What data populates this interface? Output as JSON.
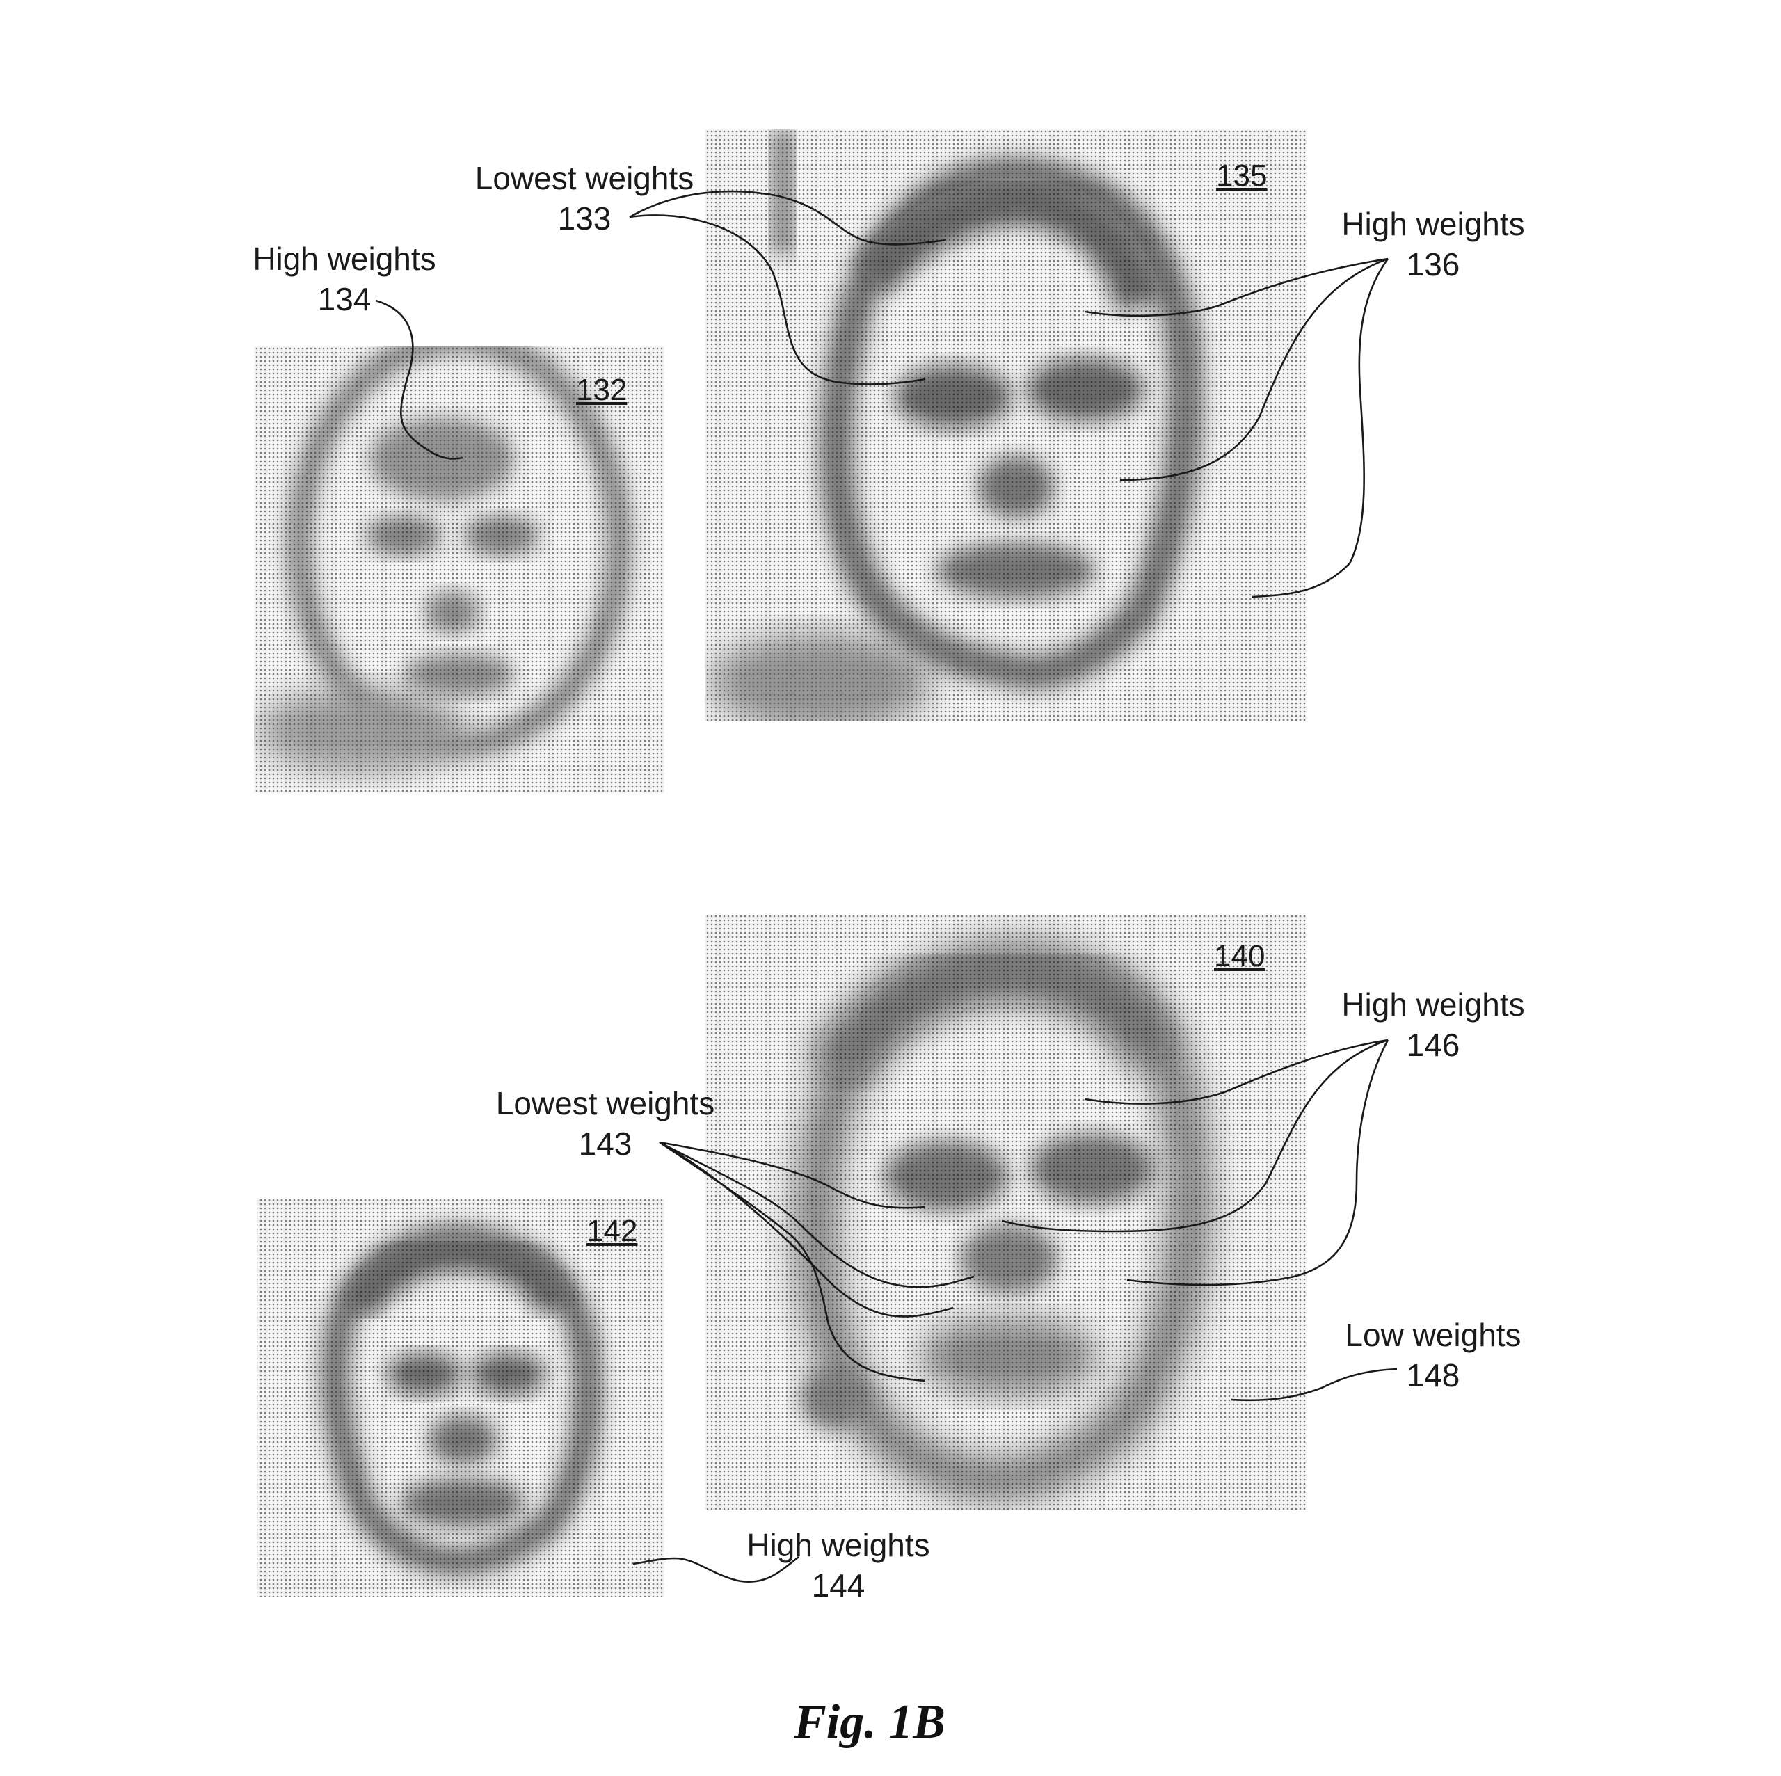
{
  "panels": {
    "p132": {
      "number": "132"
    },
    "p135": {
      "number": "135"
    },
    "p142": {
      "number": "142"
    },
    "p140": {
      "number": "140"
    }
  },
  "labels": {
    "l133": {
      "text": "Lowest weights",
      "number": "133"
    },
    "l134": {
      "text": "High weights",
      "number": "134"
    },
    "l136": {
      "text": "High weights",
      "number": "136"
    },
    "l143": {
      "text": "Lowest weights",
      "number": "143"
    },
    "l144": {
      "text": "High weights",
      "number": "144"
    },
    "l146": {
      "text": "High weights",
      "number": "146"
    },
    "l148": {
      "text": "Low weights",
      "number": "148"
    }
  },
  "caption": "Fig. 1B"
}
